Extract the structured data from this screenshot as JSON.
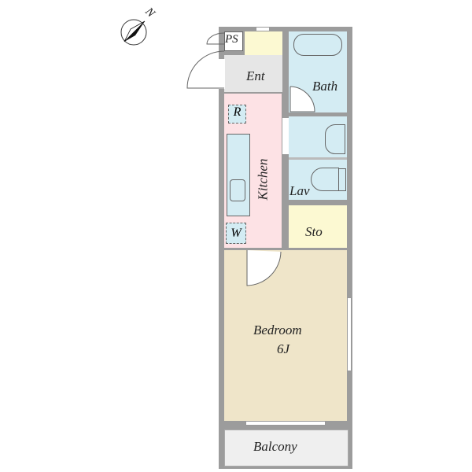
{
  "compass": {
    "label": "N"
  },
  "rooms": {
    "ps": "PS",
    "entrance": "Ent",
    "bath": "Bath",
    "kitchen": "Kitchen",
    "refrigerator": "R",
    "washer": "W",
    "lavatory": "Lav",
    "storage": "Sto",
    "bedroom": "Bedroom",
    "bedroom_size": "6J",
    "balcony": "Balcony"
  },
  "colors": {
    "wall": "#9c9c9c",
    "entrance": "#e6e6e6",
    "kitchen": "#fde2e5",
    "wet": "#d4ecf3",
    "storage": "#fcf9d2",
    "bedroom": "#efe5c9",
    "balcony": "#efefef"
  }
}
